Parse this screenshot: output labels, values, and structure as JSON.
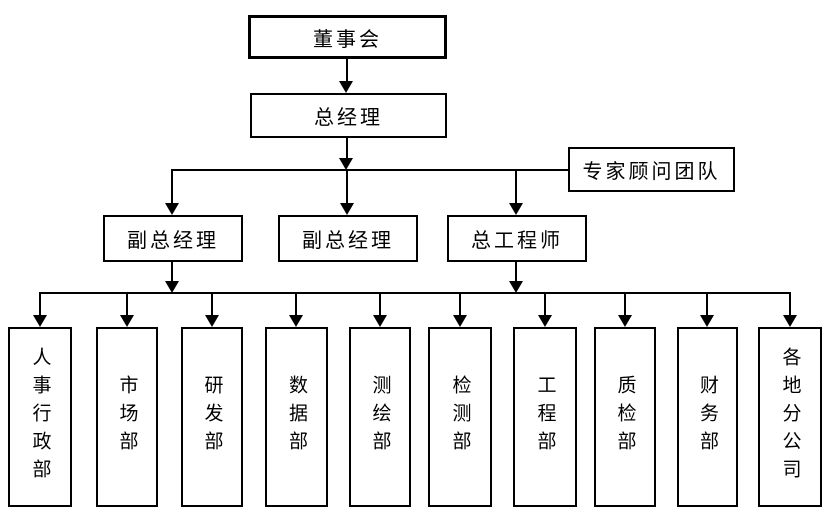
{
  "diagram": {
    "type": "org-chart",
    "nodes": {
      "board": {
        "label": "董事会"
      },
      "general_manager": {
        "label": "总经理"
      },
      "expert_advisors": {
        "label": "专家顾问团队"
      },
      "middle": [
        {
          "label": "副总经理"
        },
        {
          "label": "副总经理"
        },
        {
          "label": "总工程师"
        }
      ],
      "departments": [
        {
          "label": "人事行政部"
        },
        {
          "label": "市场部"
        },
        {
          "label": "研发部"
        },
        {
          "label": "数据部"
        },
        {
          "label": "测绘部"
        },
        {
          "label": "检测部"
        },
        {
          "label": "工程部"
        },
        {
          "label": "质检部"
        },
        {
          "label": "财务部"
        },
        {
          "label": "各地分公司"
        }
      ]
    },
    "colors": {
      "line": "#000000",
      "border": "#000000",
      "text": "#000000",
      "background": "#ffffff"
    }
  }
}
